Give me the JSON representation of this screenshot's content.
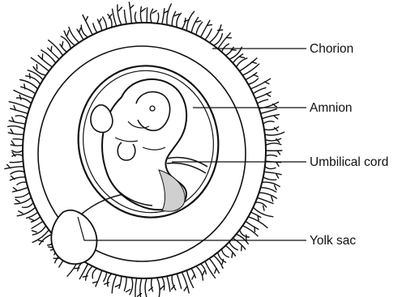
{
  "diagram": {
    "labels": {
      "chorion": "Chorion",
      "amnion": "Amnion",
      "umbilical_cord": "Umbilical cord",
      "yolk_sac": "Yolk sac"
    },
    "colors": {
      "ink": "#111111",
      "background": "#ffffff",
      "stipple": "#9a9a9a"
    }
  }
}
